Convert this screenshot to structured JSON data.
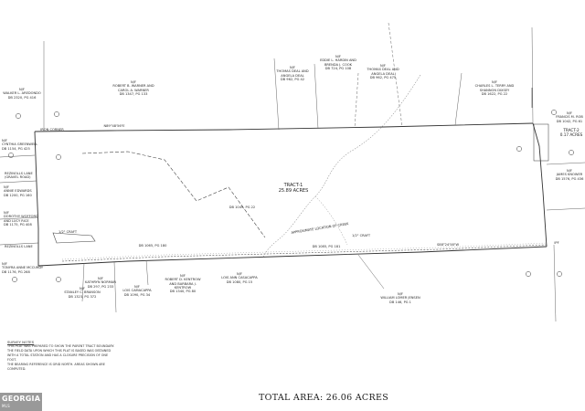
{
  "tracts": {
    "tract1": {
      "name": "TRACT-1",
      "area": "25.89 ACRES"
    },
    "tract2": {
      "name": "TRACT-2",
      "area": "0.17 ACRES"
    }
  },
  "total_area": "TOTAL AREA: 26.06 ACRES",
  "notes": {
    "title": "SURVEY NOTES",
    "lines": [
      "THIS PLAT WAS PREPARED TO SHOW THE PARENT TRACT BOUNDARY.",
      "THE FIELD DATA UPON WHICH THIS PLAT IS BASED WAS OBTAINED",
      "WITH A TOTAL STATION AND HAS A CLOSURE PRECISION OF ONE FOOT.",
      "THE BEARING REFERENCE IS GRID NORTH. AREAS SHOWN ARE COMPUTED."
    ]
  },
  "owners_north": [
    {
      "tag": "N/F",
      "name": "WALKER L. AREDONDO",
      "ref": "DB 2320, PG 416"
    },
    {
      "tag": "N/F",
      "name": "ROBERT B. WARNER AND CAROL A. WARNER",
      "ref": "DB 1347, PG 133"
    },
    {
      "tag": "N/F",
      "name": "THOMAS DEAL AND ANGELA DEAL",
      "ref": "DB 962, PG 42"
    },
    {
      "tag": "N/F",
      "name": "EDDIE L. HARDIN AND BRENDA J. COOK",
      "ref": "DB 724, PG 108"
    },
    {
      "tag": "N/F",
      "name": "THOMAS DEAL AND ANGELA DEAL",
      "ref": "DB 962, PG 475"
    },
    {
      "tag": "N/F",
      "name": "CHARLES L. TERRY AND SHANNON DIXSEY",
      "ref": "DB 1622, PG 22"
    }
  ],
  "owners_west": [
    {
      "tag": "N/F",
      "name": "CYNTHIA GREENWELL",
      "ref": "DB 1154, PG 425"
    },
    {
      "tag": "N/F",
      "name": "ANNIE EDWARDS",
      "ref": "DB 1200, PG 160"
    },
    {
      "tag": "N/F",
      "name": "DOROTHY WOFFORD AND LUCY RICE",
      "ref": "DB 1175, PG 408"
    },
    {
      "tag": "N/F",
      "name": "TONYRA ANNE MCCURDY",
      "ref": "DB 1176, PG 268"
    }
  ],
  "owners_south": [
    {
      "tag": "N/F",
      "name": "STANLEY C. BRANSON",
      "ref": "DB 1323, PG 372"
    },
    {
      "tag": "N/F",
      "name": "KATHRYN NORMAN",
      "ref": "DB 297, PG 233"
    },
    {
      "tag": "N/F",
      "name": "LOIS CAMACAPPA",
      "ref": "DB 1090, PG 34"
    },
    {
      "tag": "N/F",
      "name": "ROBERT D. KENTROW AND BARBARA J. KENTROW",
      "ref": "DB 1340, PG 80"
    },
    {
      "tag": "N/F",
      "name": "LOIS ANN CASACAPPA",
      "ref": "DB 1080, PG 15"
    },
    {
      "tag": "N/F",
      "name": "WILLIAM LOMER JENSEN",
      "ref": "DB 146, PG 1"
    }
  ],
  "owners_east": [
    {
      "tag": "N/F",
      "name": "JAMES KNOWER",
      "ref": "DB 1576, PG 436"
    },
    {
      "tag": "N/F",
      "name": "FRANCIS M. ROB",
      "ref": "DB 1042, PG 61"
    }
  ],
  "roads": {
    "north_line": "N89°48'56\"E",
    "south_line": "S88°24'58\"W",
    "road1": "REZINOLLS LANE",
    "road2": "REZINOLLS LANE",
    "road_note": "(GRAVEL ROAD)"
  },
  "creek_label": "APPROXIMATE LOCATION OF CREEK",
  "markers": {
    "iron_corner": "IRON CORNER",
    "iron_pin_1": "1/2\" CRAFT",
    "iron_pin_2": "IPF",
    "iron_pin_3": "1/2\" CRAFT"
  },
  "easements": {
    "ease1": "DB 1065, PG 180",
    "ease2": "DB 1085, PG 181",
    "ease3": "DB 1049, PG 22"
  },
  "logo": {
    "line1": "GEORGIA",
    "line2": "MLS"
  }
}
